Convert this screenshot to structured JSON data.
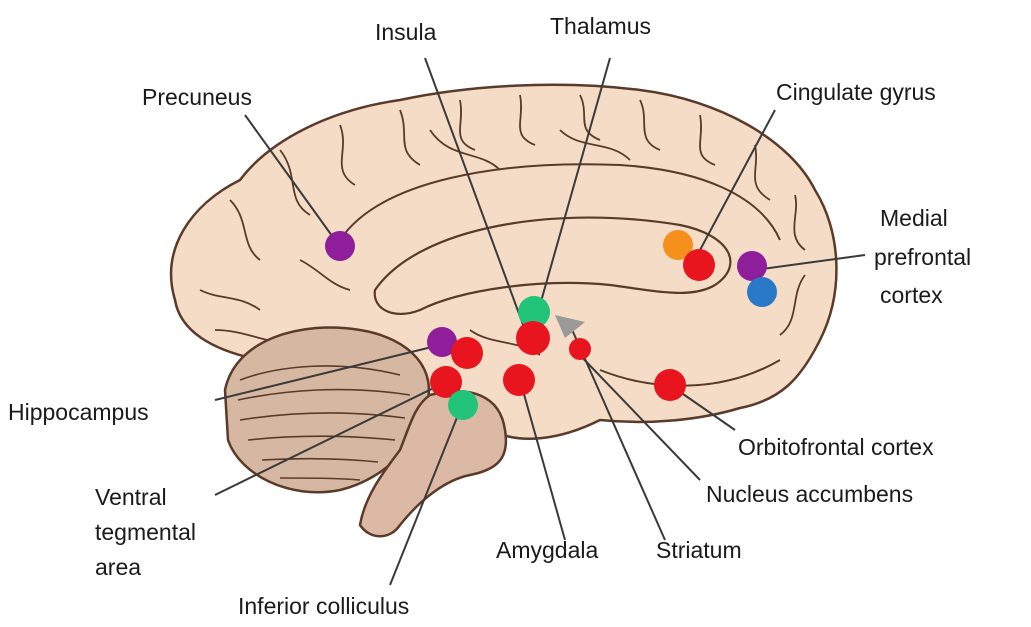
{
  "labels": {
    "insula": "Insula",
    "thalamus": "Thalamus",
    "precuneus": "Precuneus",
    "cingulate_gyrus": "Cingulate gyrus",
    "medial_prefrontal_cortex": [
      "Medial",
      "prefrontal",
      "cortex"
    ],
    "hippocampus": "Hippocampus",
    "ventral_tegmental_area": [
      "Ventral",
      "tegmental",
      "area"
    ],
    "orbitofrontal_cortex": "Orbitofrontal cortex",
    "nucleus_accumbens": "Nucleus accumbens",
    "amygdala": "Amygdala",
    "striatum": "Striatum",
    "inferior_colliculus": "Inferior colliculus"
  },
  "colors": {
    "brain_fill": "#f5dcc6",
    "brain_outline": "#5a3a2a",
    "cerebellum_fill": "#d6b8a2",
    "brainstem_fill": "#dbb9a5",
    "dot_red": "#e8141e",
    "dot_purple": "#8e1e9a",
    "dot_green": "#22c47a",
    "dot_orange": "#f5901c",
    "dot_blue": "#2a78c8",
    "dot_gray": "#9a9a9a",
    "leader_line": "#3a3a3a"
  }
}
